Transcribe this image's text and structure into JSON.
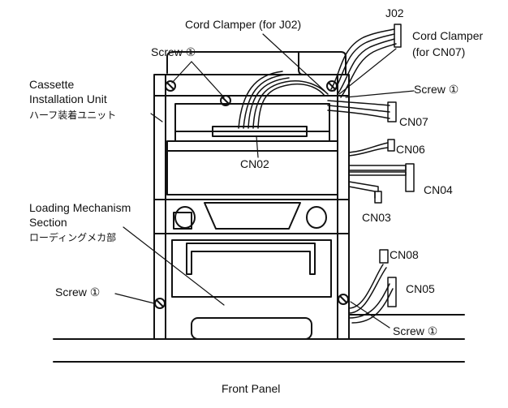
{
  "labels": {
    "cord_clamper_j02": "Cord Clamper (for J02)",
    "j02": "J02",
    "cord_clamper_cn07_line1": "Cord Clamper",
    "cord_clamper_cn07_line2": "(for CN07)",
    "screw_top": "Screw ①",
    "screw_right_top": "Screw ①",
    "screw_left": "Screw ①",
    "screw_bottom_right": "Screw ①",
    "cassette_line1": "Cassette",
    "cassette_line2": "Installation Unit",
    "cassette_jp": "ハーフ装着ユニット",
    "cn02": "CN02",
    "cn03": "CN03",
    "cn04": "CN04",
    "cn05": "CN05",
    "cn06": "CN06",
    "cn07": "CN07",
    "cn08": "CN08",
    "loading_line1": "Loading Mechanism",
    "loading_line2": "Section",
    "loading_jp": "ローディングメカ部",
    "front_panel": "Front Panel"
  }
}
